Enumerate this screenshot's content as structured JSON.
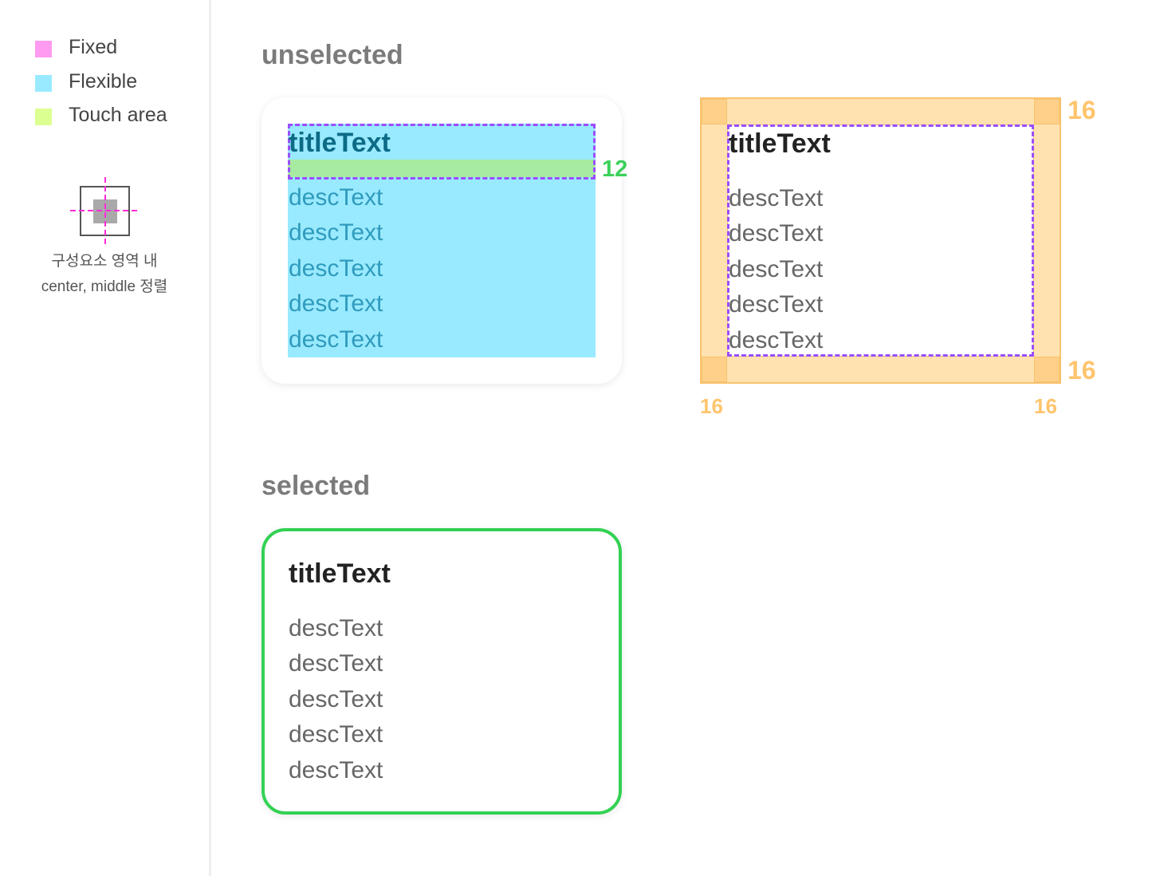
{
  "legend": [
    {
      "label": "Fixed",
      "color": "#ff9bf0"
    },
    {
      "label": "Flexible",
      "color": "#99eaff"
    },
    {
      "label": "Touch area",
      "color": "#dcff91"
    }
  ],
  "alignment_note": {
    "icon": "center-middle-align-icon",
    "line1": "구성요소 영역 내",
    "line2": "center, middle 정렬"
  },
  "sections": {
    "unselected": "unselected",
    "selected": "selected"
  },
  "card": {
    "title": "titleText",
    "descriptions": [
      "descText",
      "descText",
      "descText",
      "descText",
      "descText"
    ]
  },
  "spacing": {
    "title_desc_gap": "12",
    "padding_top": "16",
    "padding_bottom": "16",
    "padding_left": "16",
    "padding_right": "16"
  },
  "colors": {
    "selected_border": "#33d153",
    "padding": "#ffc46d",
    "guide_dash": "#9b4dff",
    "gap_label": "#3bd15a"
  }
}
